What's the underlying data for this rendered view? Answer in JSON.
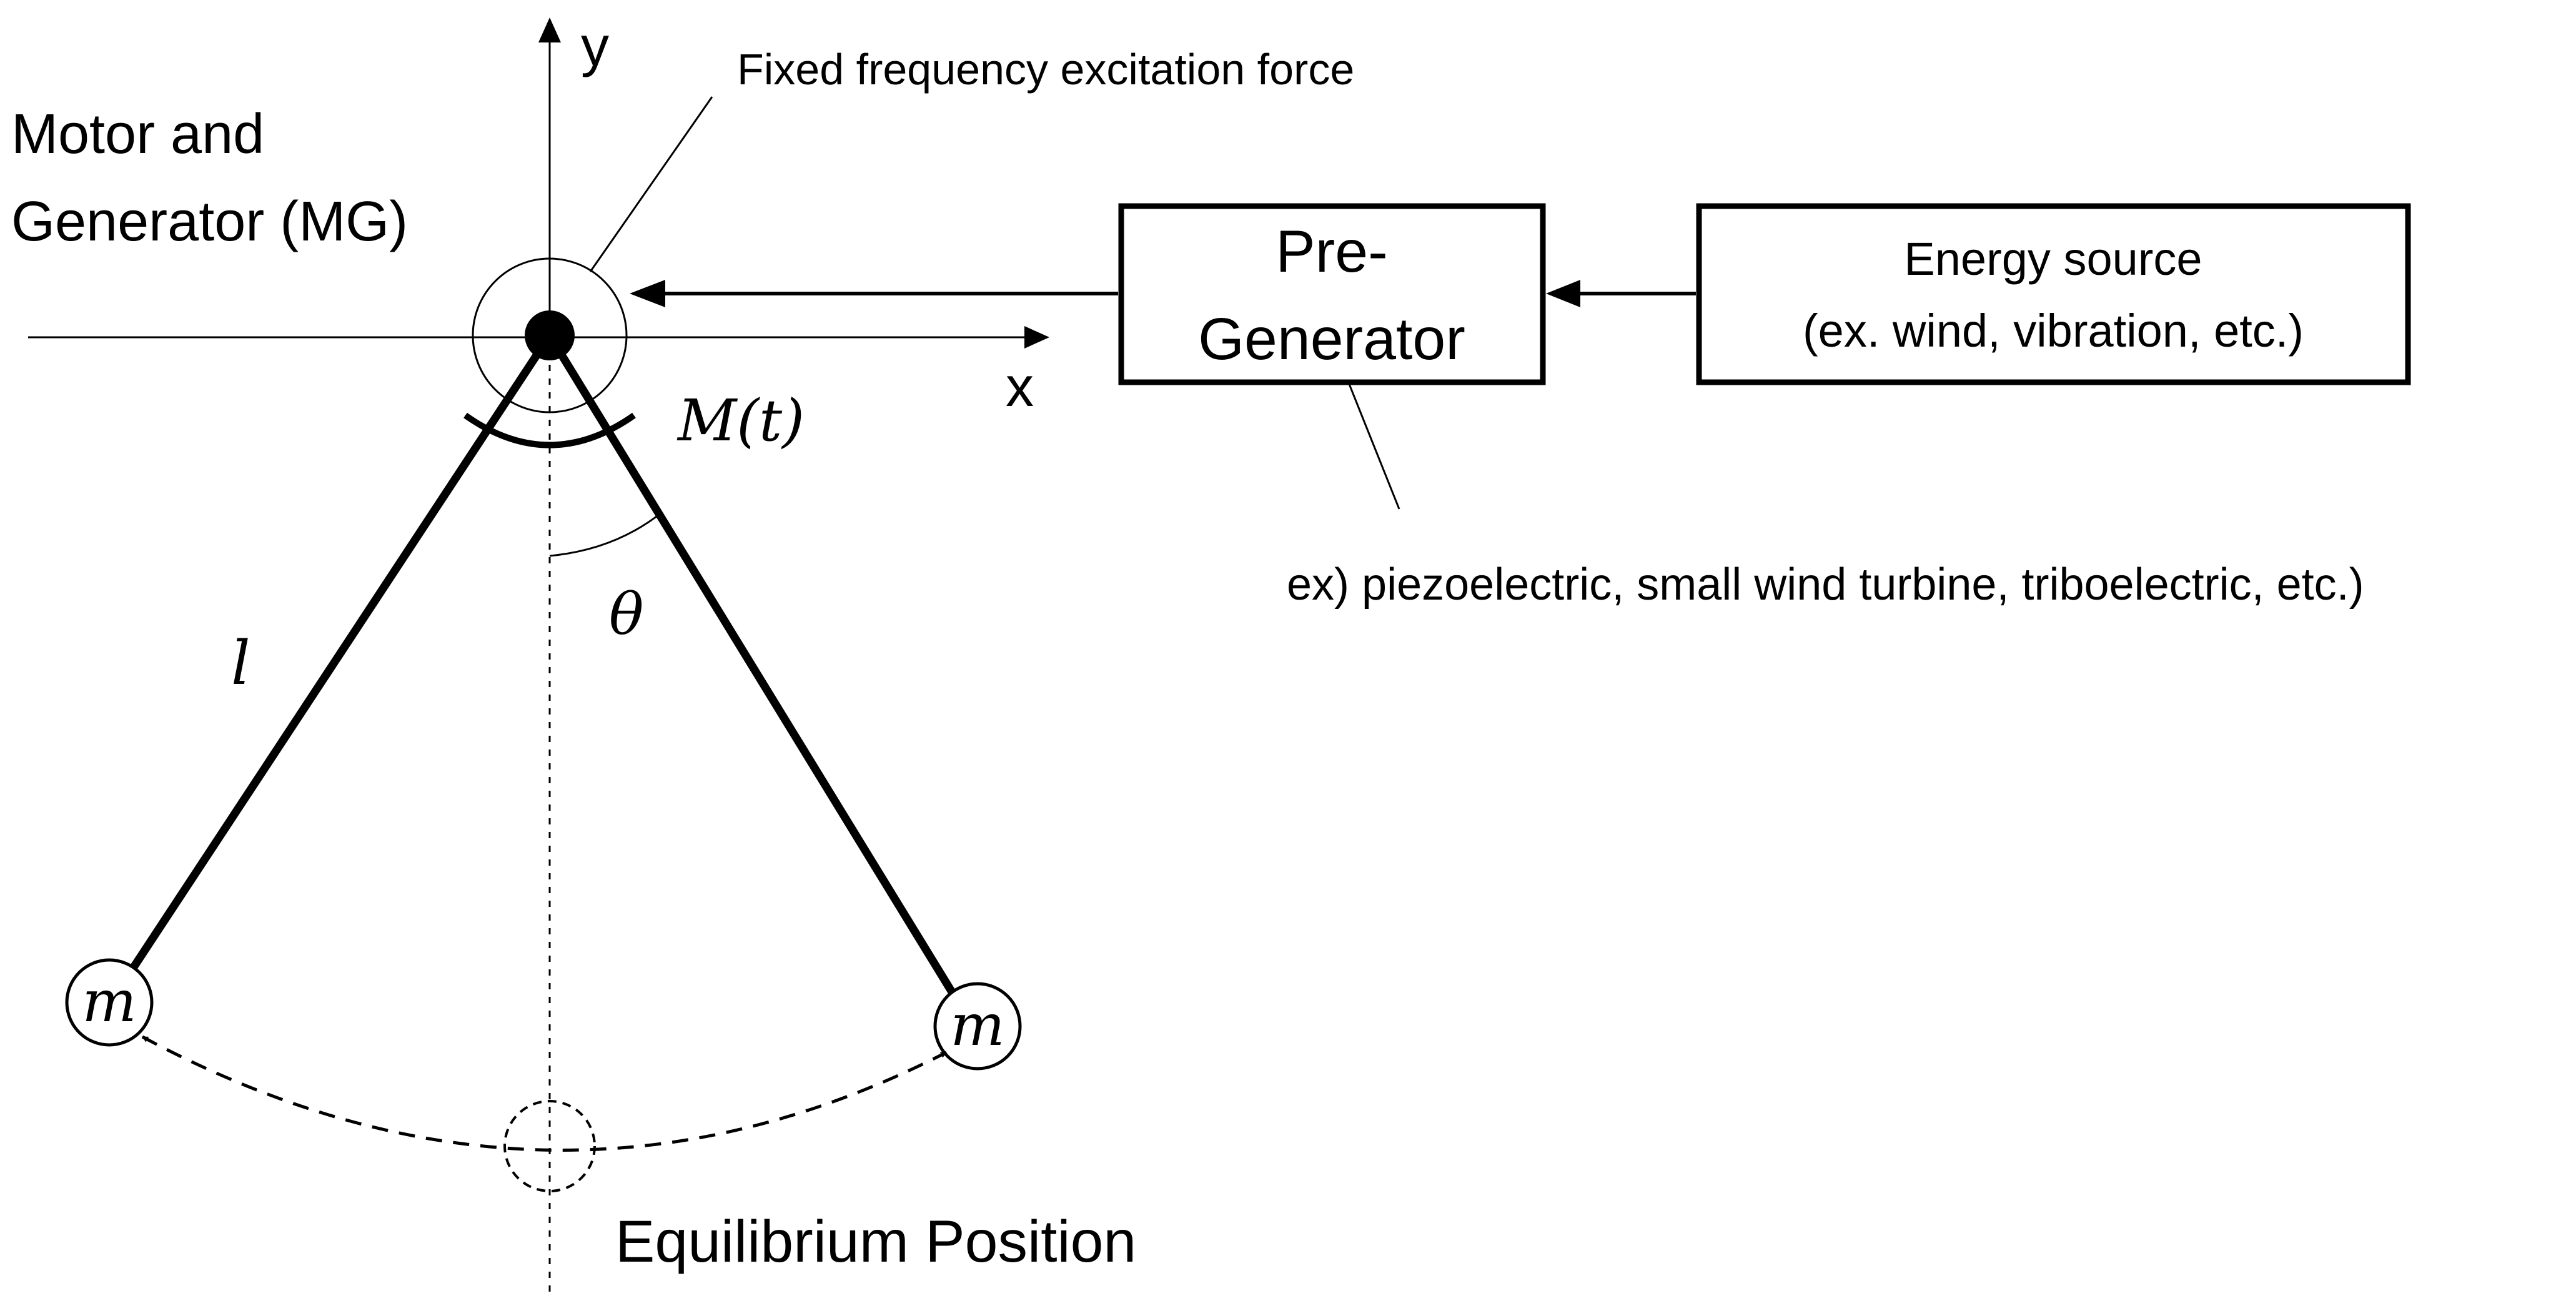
{
  "axes": {
    "x_label": "x",
    "y_label": "y"
  },
  "mg": {
    "label_line1": "Motor and",
    "label_line2": "Generator (MG)"
  },
  "excitation": {
    "label": "Fixed frequency excitation force",
    "moment_symbol": "M(t)"
  },
  "pre_generator": {
    "label_line1": "Pre-",
    "label_line2": "Generator",
    "examples": "ex) piezoelectric, small wind turbine, triboelectric, etc.)"
  },
  "energy_source": {
    "label_line1": "Energy source",
    "label_line2": "(ex. wind, vibration, etc.)"
  },
  "pendulum": {
    "length_symbol": "l",
    "angle_symbol": "θ",
    "mass_symbol": "m",
    "equilibrium_label": "Equilibrium Position"
  }
}
